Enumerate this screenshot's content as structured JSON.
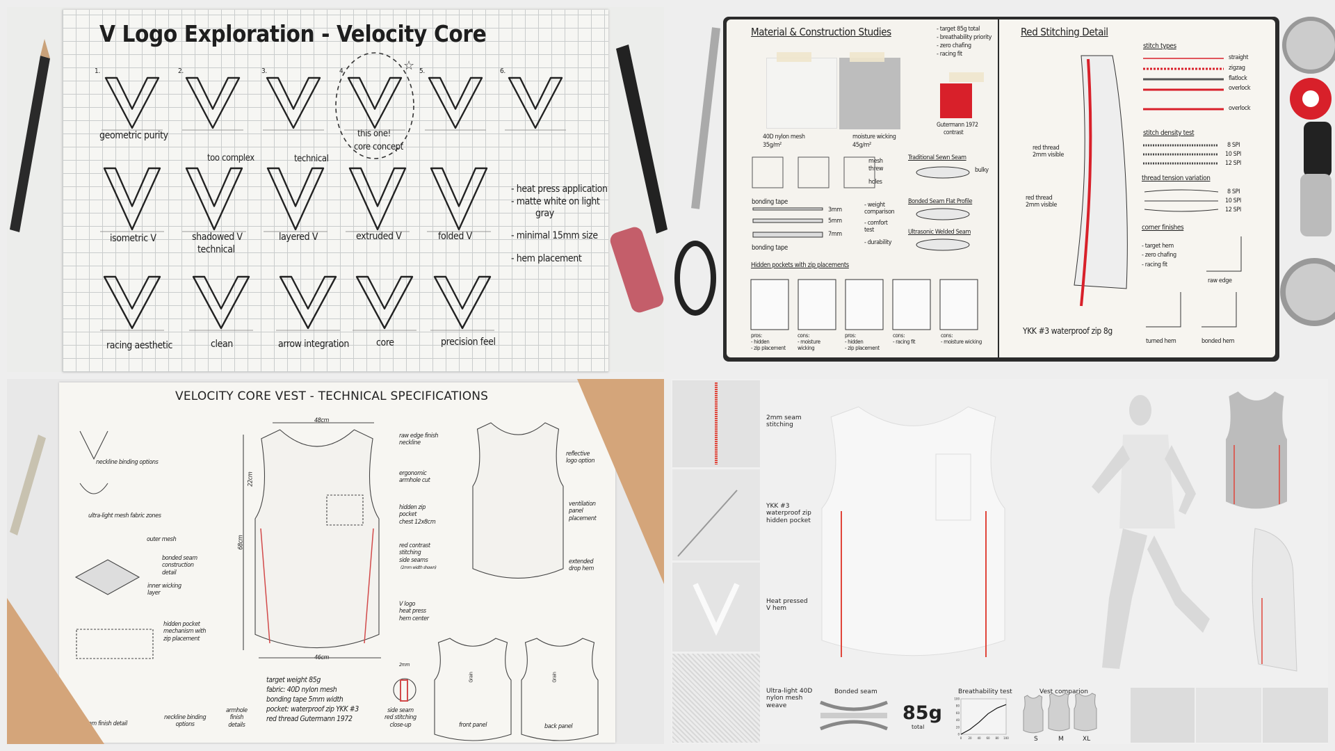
{
  "logo_exploration": {
    "title": "V Logo Exploration - Velocity Core",
    "numbers": [
      "1.",
      "2.",
      "3.",
      "4.",
      "5.",
      "6."
    ],
    "row1_labels": {
      "geometric": "geometric purity",
      "this_one": "this one!",
      "core_concept": "core concept"
    },
    "row2_notes": {
      "too_complex": "too complex",
      "technical": "technical"
    },
    "row2_labels": [
      "isometric V",
      "shadowed V",
      "technical",
      "layered V",
      "extruded V",
      "folded V"
    ],
    "row3_labels": [
      "racing aesthetic",
      "clean",
      "arrow integration",
      "core",
      "precision feel"
    ],
    "side_notes": [
      "- heat press application",
      "- matte white on light",
      "gray",
      "- minimal 15mm size",
      "- hem placement"
    ]
  },
  "materials": {
    "title": "Material & Construction Studies",
    "goals": [
      "- target 85g total",
      "- breathability priority",
      "- zero chafing",
      "- racing fit"
    ],
    "swatches": [
      {
        "name": "40D nylon mesh",
        "weight": "35g/m²",
        "color": "#f4f4f2"
      },
      {
        "name": "moisture wicking",
        "weight": "45g/m²",
        "color": "#bdbdbd"
      },
      {
        "name": "Gutermann 1972",
        "weight": "contrast",
        "color": "#d8202a"
      }
    ],
    "mesh_notes": [
      "mesh",
      "threw",
      "holes"
    ],
    "seams": [
      "Traditional Sewn Seam",
      "Bonded Seam Flat Profile",
      "Ultrasonic Welded Seam"
    ],
    "bulky": "bulky",
    "bonding_tape": "bonding tape",
    "tape_widths": [
      "3mm",
      "5mm",
      "7mm"
    ],
    "tests": [
      "- weight comparison",
      "- comfort test",
      "- durability"
    ],
    "pockets_title": "Hidden pockets with zip placements",
    "pockets": [
      "pros:\n- hidden\n- zip placement",
      "cons:\n- moisture\nwicking",
      "pros:\n- hidden\n- zip placement",
      "cons:\n- racing fit",
      "cons:\n- moisture wicking"
    ]
  },
  "stitching": {
    "title": "Red Stitching Detail",
    "red_thread_1": "red thread\n2mm visible",
    "red_thread_2": "red thread\n2mm visible",
    "zip": "YKK #3 waterproof zip 8g",
    "stitch_types_title": "stitch types",
    "stitch_types": [
      "straight",
      "zigzag",
      "flatlock",
      "overlock",
      "overlock"
    ],
    "density_title": "stitch density test",
    "density": [
      "8 SPI",
      "10 SPI",
      "12 SPI"
    ],
    "tension_title": "thread tension variation",
    "tension": [
      "8 SPI",
      "10 SPI",
      "12 SPI"
    ],
    "corner_title": "corner finishes",
    "corner_notes": [
      "- target hem",
      "- zero chafing",
      "- racing fit"
    ],
    "corner_labels": [
      "raw edge",
      "turned hem",
      "bonded hem"
    ],
    "accent": "#d8202a"
  },
  "tech_specs": {
    "title": "VELOCITY CORE VEST - TECHNICAL SPECIFICATIONS",
    "dims": {
      "top_width": "48cm",
      "armhole": "22cm",
      "length": "68cm",
      "bottom_width": "46cm",
      "seam": "2mm"
    },
    "left_labels": {
      "neckline": "neckline binding options",
      "mesh_zones": "ultra-light mesh fabric zones",
      "outer_mesh": "outer mesh",
      "bonded": "bonded seam\nconstruction\ndetail",
      "inner": "inner wicking\nlayer",
      "pocket_mech": "hidden pocket\nmechanism with\nzip placement",
      "hem_finish": "hem finish detail",
      "neckline2": "neckline binding\noptions",
      "armhole": "armhole\nfinish\ndetails"
    },
    "annotations": {
      "raw_edge": "raw edge finish\nneckline",
      "armhole_cut": "ergonomic\narmhole cut",
      "zip_pocket": "hidden zip\npocket\nchest 12x8cm",
      "red_contrast": "red contrast\nstitching\nside seams",
      "width_shown": "(2mm width shown)",
      "v_logo": "V logo\nheat press\nhem center",
      "reflective": "reflective\nlogo option",
      "ventilation": "ventilation\npanel\nplacement",
      "drop_hem": "extended\ndrop hem"
    },
    "specs": [
      "target weight 85g",
      "fabric: 40D nylon mesh",
      "bonding tape 5mm width",
      "pocket: waterproof zip YKK #3",
      "red thread  Gutermann 1972"
    ],
    "side_seam": "side seam\nred stitching\nclose-up",
    "front_panel": "front panel",
    "back_panel": "back panel",
    "grain": "Grain"
  },
  "render": {
    "details": [
      "2mm seam\nstitching",
      "YKK #3\nwaterproof zip\nhidden pocket",
      "Heat pressed\nV hem",
      "Ultra-light 40D\nnylon mesh\nweave"
    ],
    "bonded_seam": "Bonded seam",
    "weight": "85g",
    "weight_label": "total",
    "breathability": {
      "title": "Breathability test",
      "x_ticks": [
        "0",
        "20",
        "40",
        "60",
        "80",
        "100"
      ],
      "y_ticks": [
        "0",
        "20",
        "40",
        "60",
        "80",
        "100"
      ],
      "curve": [
        [
          0,
          0
        ],
        [
          20,
          14
        ],
        [
          40,
          34
        ],
        [
          60,
          58
        ],
        [
          80,
          74
        ],
        [
          100,
          84
        ]
      ]
    },
    "comparison_title": "Vest comparion",
    "sizes": [
      "S",
      "M",
      "XL"
    ],
    "accent": "#e0453a"
  }
}
